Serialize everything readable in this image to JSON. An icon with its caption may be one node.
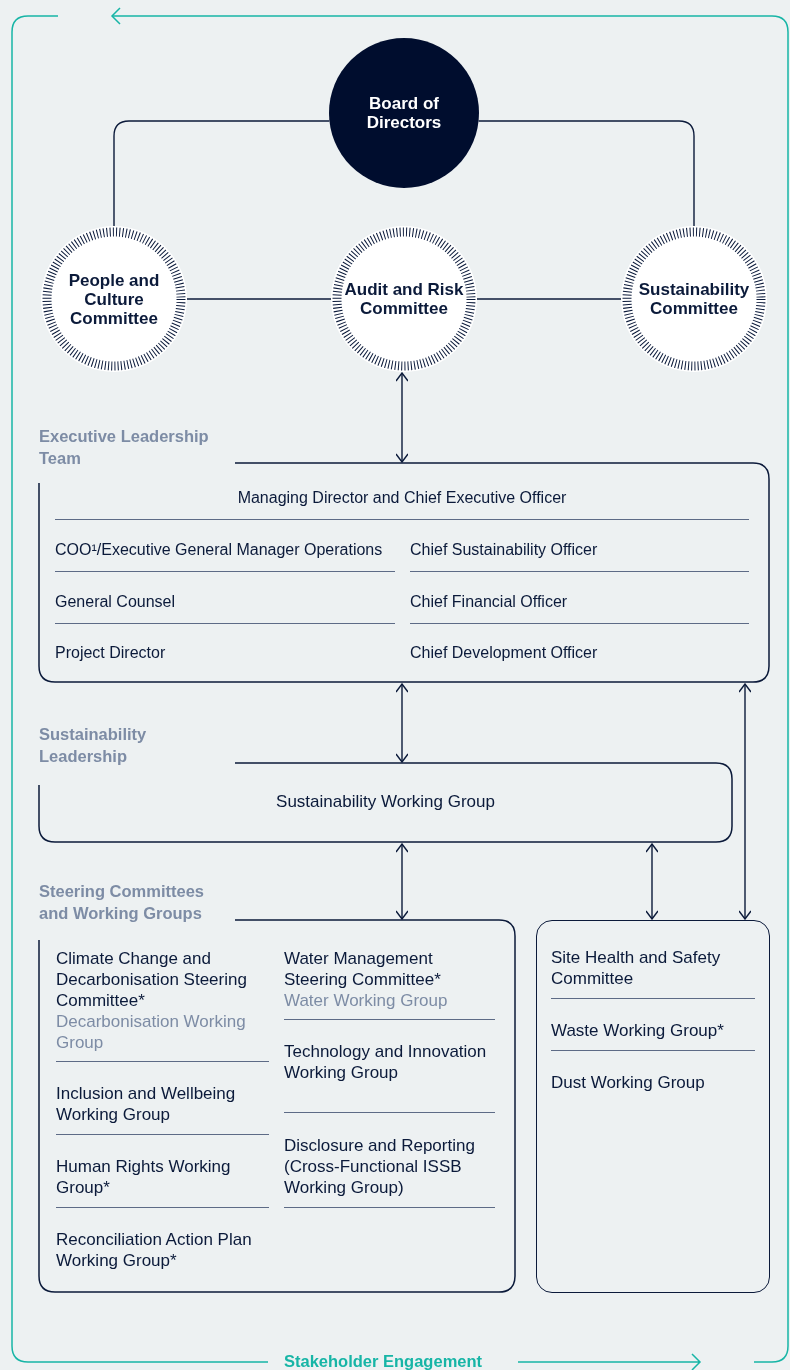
{
  "diagram": {
    "nodes": [
      {
        "text": [
          "Board of Directors"
        ]
      },
      {
        "text": [
          "People and Culture Committee"
        ]
      },
      {
        "text": [
          "Audit and Risk Committee"
        ]
      },
      {
        "text": [
          "Sustainability Committee"
        ]
      },
      {
        "text": [
          "Executive Leadership Team"
        ]
      },
      {
        "text": [
          "Managing Director and Chief Executive Officer"
        ],
        "in": 4
      },
      {
        "text": [
          "COO¹/Executive General Manager Operations"
        ],
        "in": 4
      },
      {
        "text": [
          "Chief Sustainability Officer"
        ],
        "in": 4
      },
      {
        "text": [
          "General Counsel"
        ],
        "in": 4
      },
      {
        "text": [
          "Chief Financial Officer"
        ],
        "in": 4
      },
      {
        "text": [
          "Project Director"
        ],
        "in": 4
      },
      {
        "text": [
          "Chief Development Officer"
        ],
        "in": 4
      },
      {
        "text": [
          "Sustainability Leadership",
          "Sustainability Working Group"
        ]
      },
      {
        "text": [
          "Steering Committees and Working Groups"
        ]
      },
      {
        "text": [
          "Climate Change and Decarbonisation Steering Committee*",
          "Decarbonisation Working Group"
        ],
        "in": 13
      },
      {
        "text": [
          "Inclusion and Wellbeing Working Group"
        ],
        "in": 13
      },
      {
        "text": [
          "Human Rights Working Group*"
        ],
        "in": 13
      },
      {
        "text": [
          "Reconciliation Action Plan Working Group*"
        ],
        "in": 13
      },
      {
        "text": [
          "Water Management Steering Committee*",
          "Water Working Group"
        ],
        "in": 13
      },
      {
        "text": [
          "Technology and Innovation Working Group"
        ],
        "in": 13
      },
      {
        "text": [
          "Disclosure and Reporting (Cross-Functional ISSB Working Group)"
        ],
        "in": 13
      },
      {
        "text": [],
        "shape": "box"
      },
      {
        "text": [
          "Site Health and Safety Committee"
        ],
        "in": 21
      },
      {
        "text": [
          "Waste Working Group*"
        ],
        "in": 21
      },
      {
        "text": [
          "Dust Working Group"
        ],
        "in": 21
      }
    ],
    "edges": [
      {
        "from": 0,
        "to": 1,
        "arrow": "none"
      },
      {
        "from": 0,
        "to": 3,
        "arrow": "none"
      },
      {
        "from": 1,
        "to": 2,
        "arrow": "none"
      },
      {
        "from": 2,
        "to": 3,
        "arrow": "none"
      },
      {
        "from": 2,
        "to": 4,
        "arrow": "both"
      },
      {
        "from": 4,
        "to": 12,
        "arrow": "both"
      },
      {
        "from": 12,
        "to": 13,
        "arrow": "both"
      },
      {
        "from": 12,
        "to": 21,
        "arrow": "both"
      },
      {
        "from": 4,
        "to": 21,
        "arrow": "both"
      }
    ],
    "labels": [
      "Stakeholder Engagement"
    ]
  }
}
